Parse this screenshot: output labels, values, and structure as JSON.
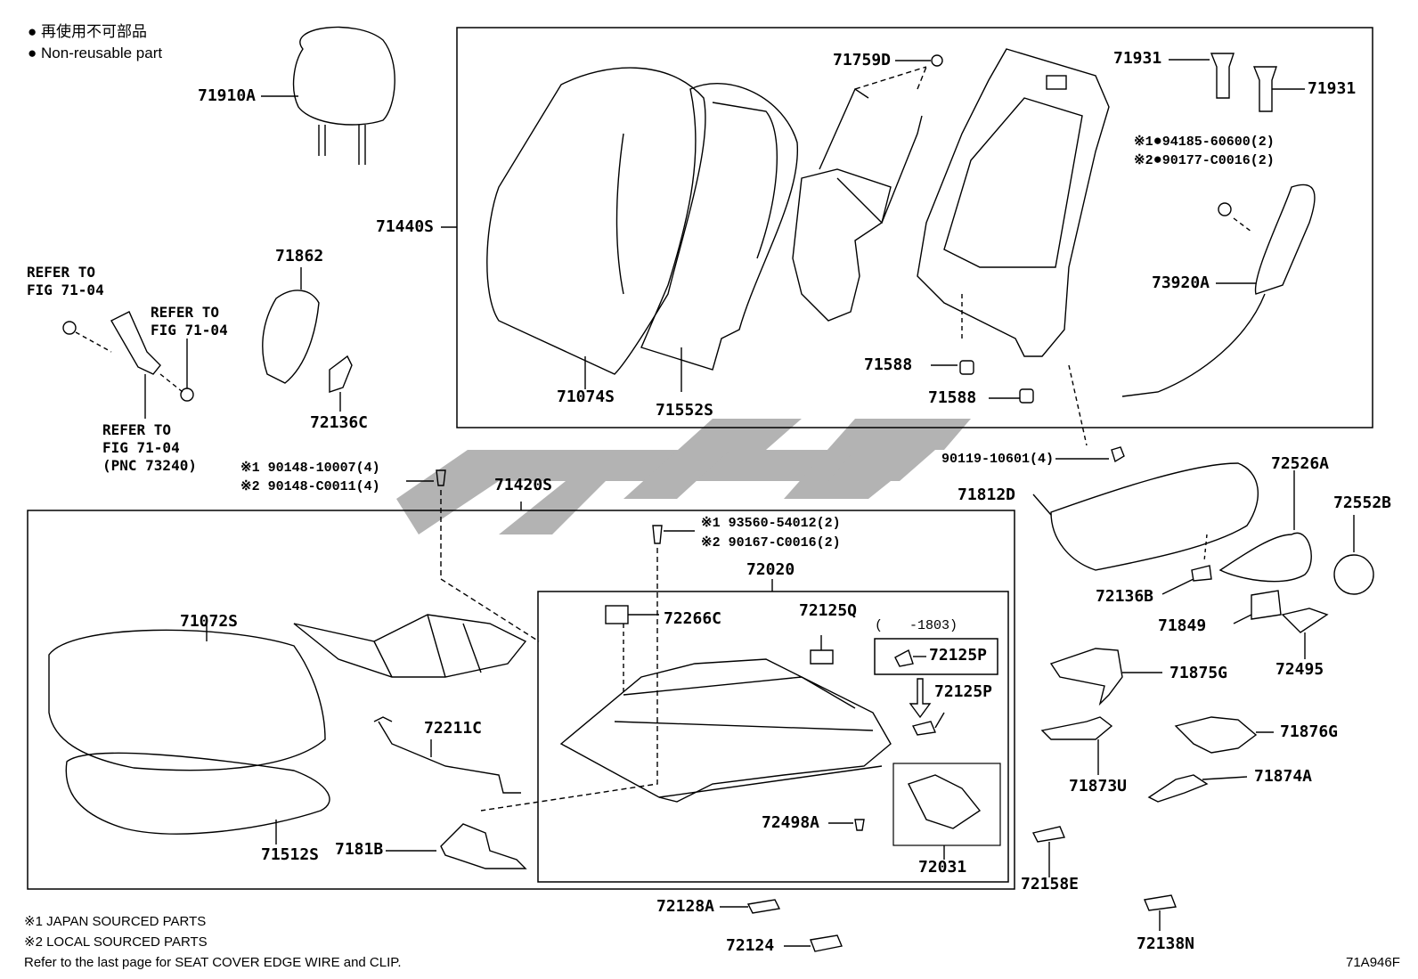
{
  "legend": {
    "line1_symbol": "●",
    "line1_text": "再使用不可部品",
    "line2_symbol": "●",
    "line2_text": "Non-reusable part"
  },
  "watermark": {
    "brand": "custom-logo-watermark"
  },
  "labels": {
    "p71910A": "71910A",
    "p71440S": "71440S",
    "p71862": "71862",
    "p72136C": "72136C",
    "p71074S": "71074S",
    "p71552S": "71552S",
    "p71759D": "71759D",
    "p71588a": "71588",
    "p71588b": "71588",
    "p71931a": "71931",
    "p71931b": "71931",
    "p94185": "94185-60600(2)",
    "p90177": "90177-C0016(2)",
    "p73920A": "73920A",
    "p90119": "90119-10601(4)",
    "p71812D": "71812D",
    "p72526A": "72526A",
    "p72552B": "72552B",
    "p72136B": "72136B",
    "p71849": "71849",
    "p72495": "72495",
    "p71875G": "71875G",
    "p71876G": "71876G",
    "p71873U": "71873U",
    "p71874A": "71874A",
    "p72158E": "72158E",
    "p72138N": "72138N",
    "p90148a": "90148-10007(4)",
    "p90148b": "90148-C0011(4)",
    "p71420S": "71420S",
    "p93560": "93560-54012(2)",
    "p90167": "90167-C0016(2)",
    "p72020": "72020",
    "p72266C": "72266C",
    "p72125Q": "72125Q",
    "p1803": "(　　-1803)",
    "p72125Pa": "72125P",
    "p72125Pb": "72125P",
    "p71072S": "71072S",
    "p72211C": "72211C",
    "p71512S": "71512S",
    "p7181B": "7181B",
    "p72498A": "72498A",
    "p72031": "72031",
    "p72128A": "72128A",
    "p72124": "72124"
  },
  "marks": {
    "m1": "※1",
    "m2": "※2",
    "dot": "●"
  },
  "refer": {
    "r1a": "REFER TO",
    "r1b": "FIG 71-04",
    "r2a": "REFER TO",
    "r2b": "FIG 71-04",
    "r3a": "REFER TO",
    "r3b": "FIG 71-04",
    "r3c": "(PNC 73240)"
  },
  "footer": {
    "f1": "※1 JAPAN SOURCED PARTS",
    "f2": "※2 LOCAL SOURCED PARTS",
    "f3": "Refer to the last page for SEAT COVER EDGE WIRE and CLIP.",
    "code": "71A946F"
  }
}
